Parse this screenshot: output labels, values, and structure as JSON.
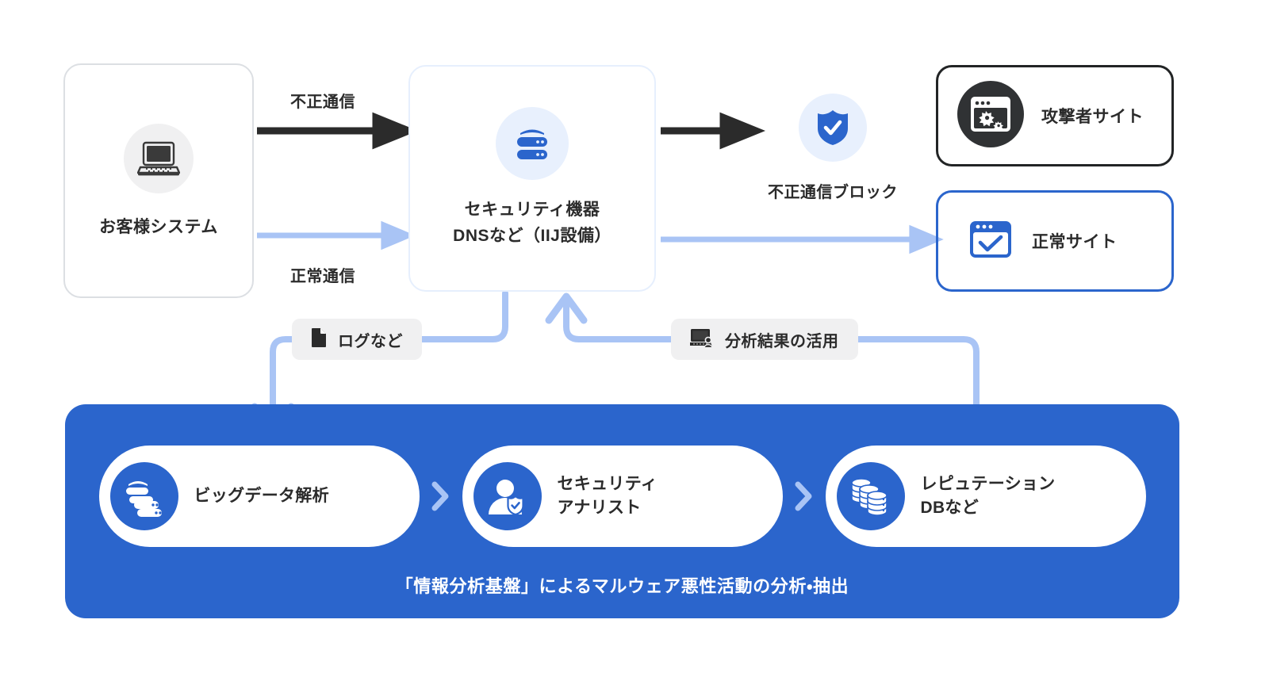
{
  "diagram": {
    "title": "IIJ security analysis flow",
    "colors": {
      "panel_blue": "#2b65cc",
      "light_blue": "#a9c4f5",
      "dark": "#2b2b2b",
      "icon_bg_blue": "#e8f0fd",
      "icon_bg_gray": "#f0f0f1",
      "chip_bg": "#f0f0f1"
    }
  },
  "customer": {
    "label": "お客様システム",
    "icon": "laptop-icon"
  },
  "security_device": {
    "line1": "セキュリティ機器",
    "line2": "DNSなど（IIJ設備）",
    "icon": "server-stack-icon"
  },
  "flows": {
    "malicious_label": "不正通信",
    "normal_label": "正常通信"
  },
  "block": {
    "label": "不正通信ブロック",
    "icon": "shield-check-icon"
  },
  "sites": [
    {
      "label": "攻撃者サイト",
      "icon": "malware-browser-icon",
      "style": "dark"
    },
    {
      "label": "正常サイト",
      "icon": "verified-browser-icon",
      "style": "blue"
    }
  ],
  "chips": [
    {
      "label": "ログなど",
      "icon": "document-icon"
    },
    {
      "label": "分析結果の活用",
      "icon": "analyst-monitor-icon"
    }
  ],
  "panel": {
    "caption": "「情報分析基盤」によるマルウェア悪性活動の分析・抽出",
    "cards": [
      {
        "label": "ビッグデータ解析",
        "icon": "big-data-servers-icon"
      },
      {
        "label": "セキュリティ\nアナリスト",
        "label_line1": "セキュリティ",
        "label_line2": "アナリスト",
        "icon": "analyst-person-shield-icon"
      },
      {
        "label": "レピュテーション\nDBなど",
        "label_line1": "レピュテーション",
        "label_line2": "DBなど",
        "icon": "database-stack-icon"
      }
    ],
    "separator_icon": "chevron-right-icon"
  }
}
